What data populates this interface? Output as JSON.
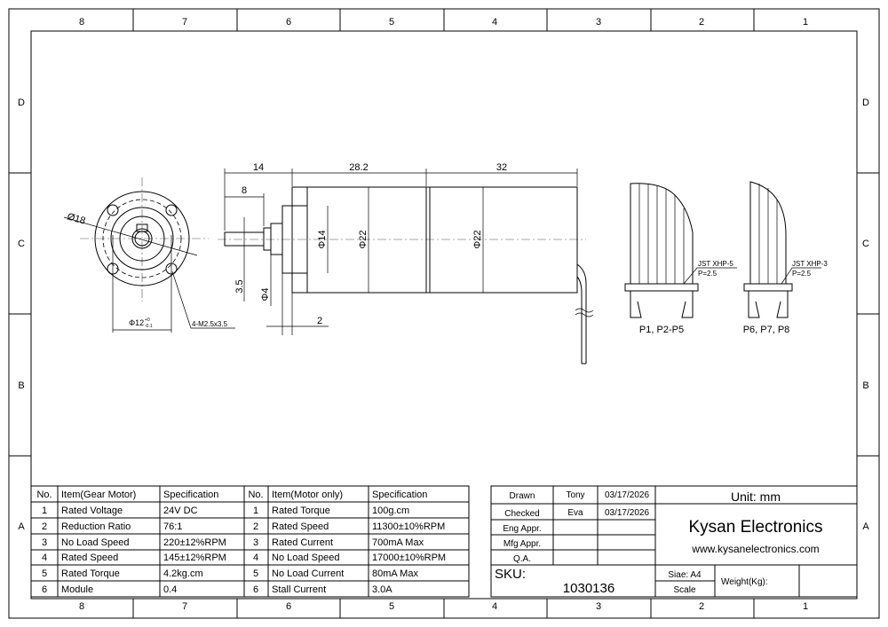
{
  "frame": {
    "columns": [
      "8",
      "7",
      "6",
      "5",
      "4",
      "3",
      "2",
      "1"
    ],
    "rows": [
      "D",
      "C",
      "B",
      "A"
    ]
  },
  "front_view": {
    "dia_label": "Ø18",
    "pilot_label": "Φ12",
    "pilot_tol_upper": "+0",
    "pilot_tol_lower": "-0.1",
    "holes_label": "4-M2.5x3.5"
  },
  "side_view": {
    "dim_14": "14",
    "dim_8": "8",
    "dim_28_2": "28.2",
    "dim_32": "32",
    "dim_phi14": "Φ14",
    "dim_phi22_gear": "Φ22",
    "dim_phi22_motor": "Φ22",
    "dim_3_5": "3.5",
    "dim_phi4": "Φ4",
    "dim_2": "2"
  },
  "connectors": [
    {
      "type": "JST XHP-5",
      "pitch": "P=2.5",
      "pins": "P1, P2-P5"
    },
    {
      "type": "JST XHP-3",
      "pitch": "P=2.5",
      "pins": "P6, P7, P8"
    }
  ],
  "spec_table": {
    "headers": [
      "No.",
      "Item(Gear Motor)",
      "Specification",
      "No.",
      "Item(Motor only)",
      "Specification"
    ],
    "rows": [
      [
        "1",
        "Rated Voltage",
        "24V DC",
        "1",
        "Rated Torque",
        "100g.cm"
      ],
      [
        "2",
        "Reduction Ratio",
        "76:1",
        "2",
        "Rated Speed",
        "11300±10%RPM"
      ],
      [
        "3",
        "No Load Speed",
        "220±12%RPM",
        "3",
        "Rated Current",
        "700mA Max"
      ],
      [
        "4",
        "Rated Speed",
        "145±12%RPM",
        "4",
        "No Load Speed",
        "17000±10%RPM"
      ],
      [
        "5",
        "Rated Torque",
        "4.2kg.cm",
        "5",
        "No Load Current",
        "80mA Max"
      ],
      [
        "6",
        "Module",
        "0.4",
        "6",
        "Stall Current",
        "3.0A"
      ]
    ]
  },
  "title_block": {
    "approvals": [
      {
        "role": "Drawn",
        "name": "Tony",
        "date": "03/17/2026"
      },
      {
        "role": "Checked",
        "name": "Eva",
        "date": "03/17/2026"
      },
      {
        "role": "Eng Appr.",
        "name": "",
        "date": ""
      },
      {
        "role": "Mfg Appr.",
        "name": "",
        "date": ""
      },
      {
        "role": "Q.A.",
        "name": "",
        "date": ""
      }
    ],
    "unit": "Unit: mm",
    "company": "Kysan Electronics",
    "website": "www.kysanelectronics.com",
    "sku_label": "SKU:",
    "sku": "1030136",
    "size": "Siae: A4",
    "scale": "Scale",
    "weight_label": "Weight(Kg):"
  }
}
